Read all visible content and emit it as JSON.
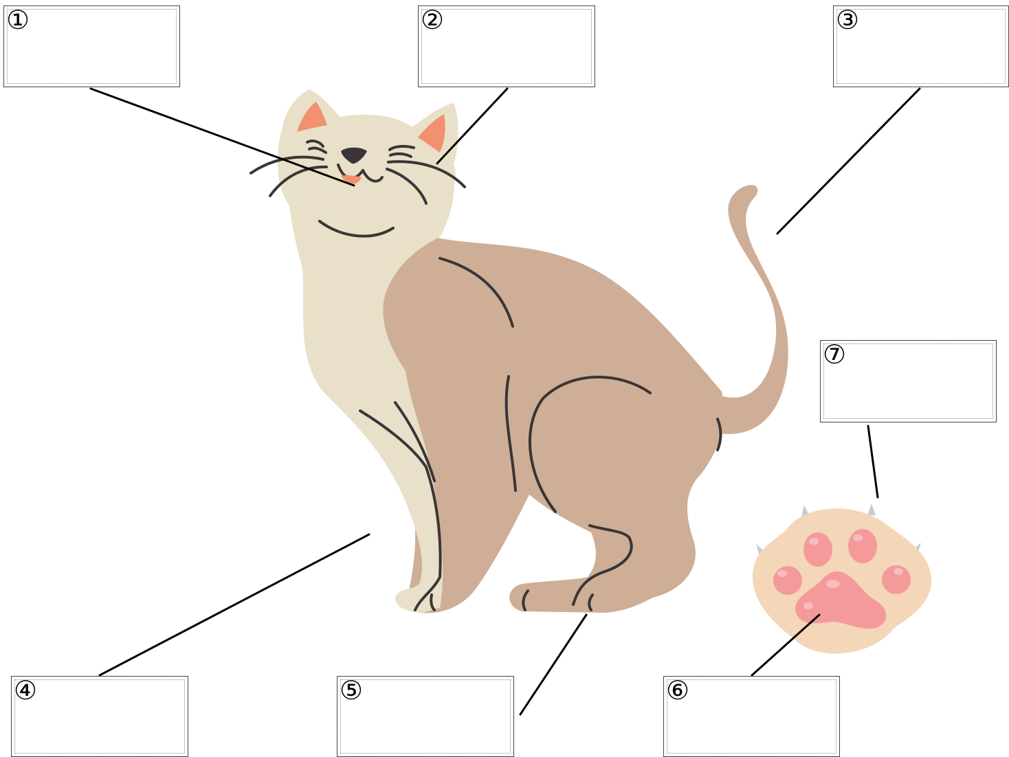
{
  "labels": [
    {
      "id": "1",
      "marker": "①",
      "answer": ""
    },
    {
      "id": "2",
      "marker": "②",
      "answer": ""
    },
    {
      "id": "3",
      "marker": "③",
      "answer": ""
    },
    {
      "id": "4",
      "marker": "④",
      "answer": ""
    },
    {
      "id": "5",
      "marker": "⑤",
      "answer": ""
    },
    {
      "id": "6",
      "marker": "⑥",
      "answer": ""
    },
    {
      "id": "7",
      "marker": "⑦",
      "answer": ""
    }
  ],
  "colors": {
    "cat_body": "#ceae96",
    "cat_cream": "#e8e0c8",
    "ear_inner": "#f2906f",
    "outline": "#3a3536",
    "paw_base": "#f4d6b8",
    "paw_pad": "#f49a9b",
    "claw": "#c8ccd2",
    "leader_line": "#000000"
  }
}
